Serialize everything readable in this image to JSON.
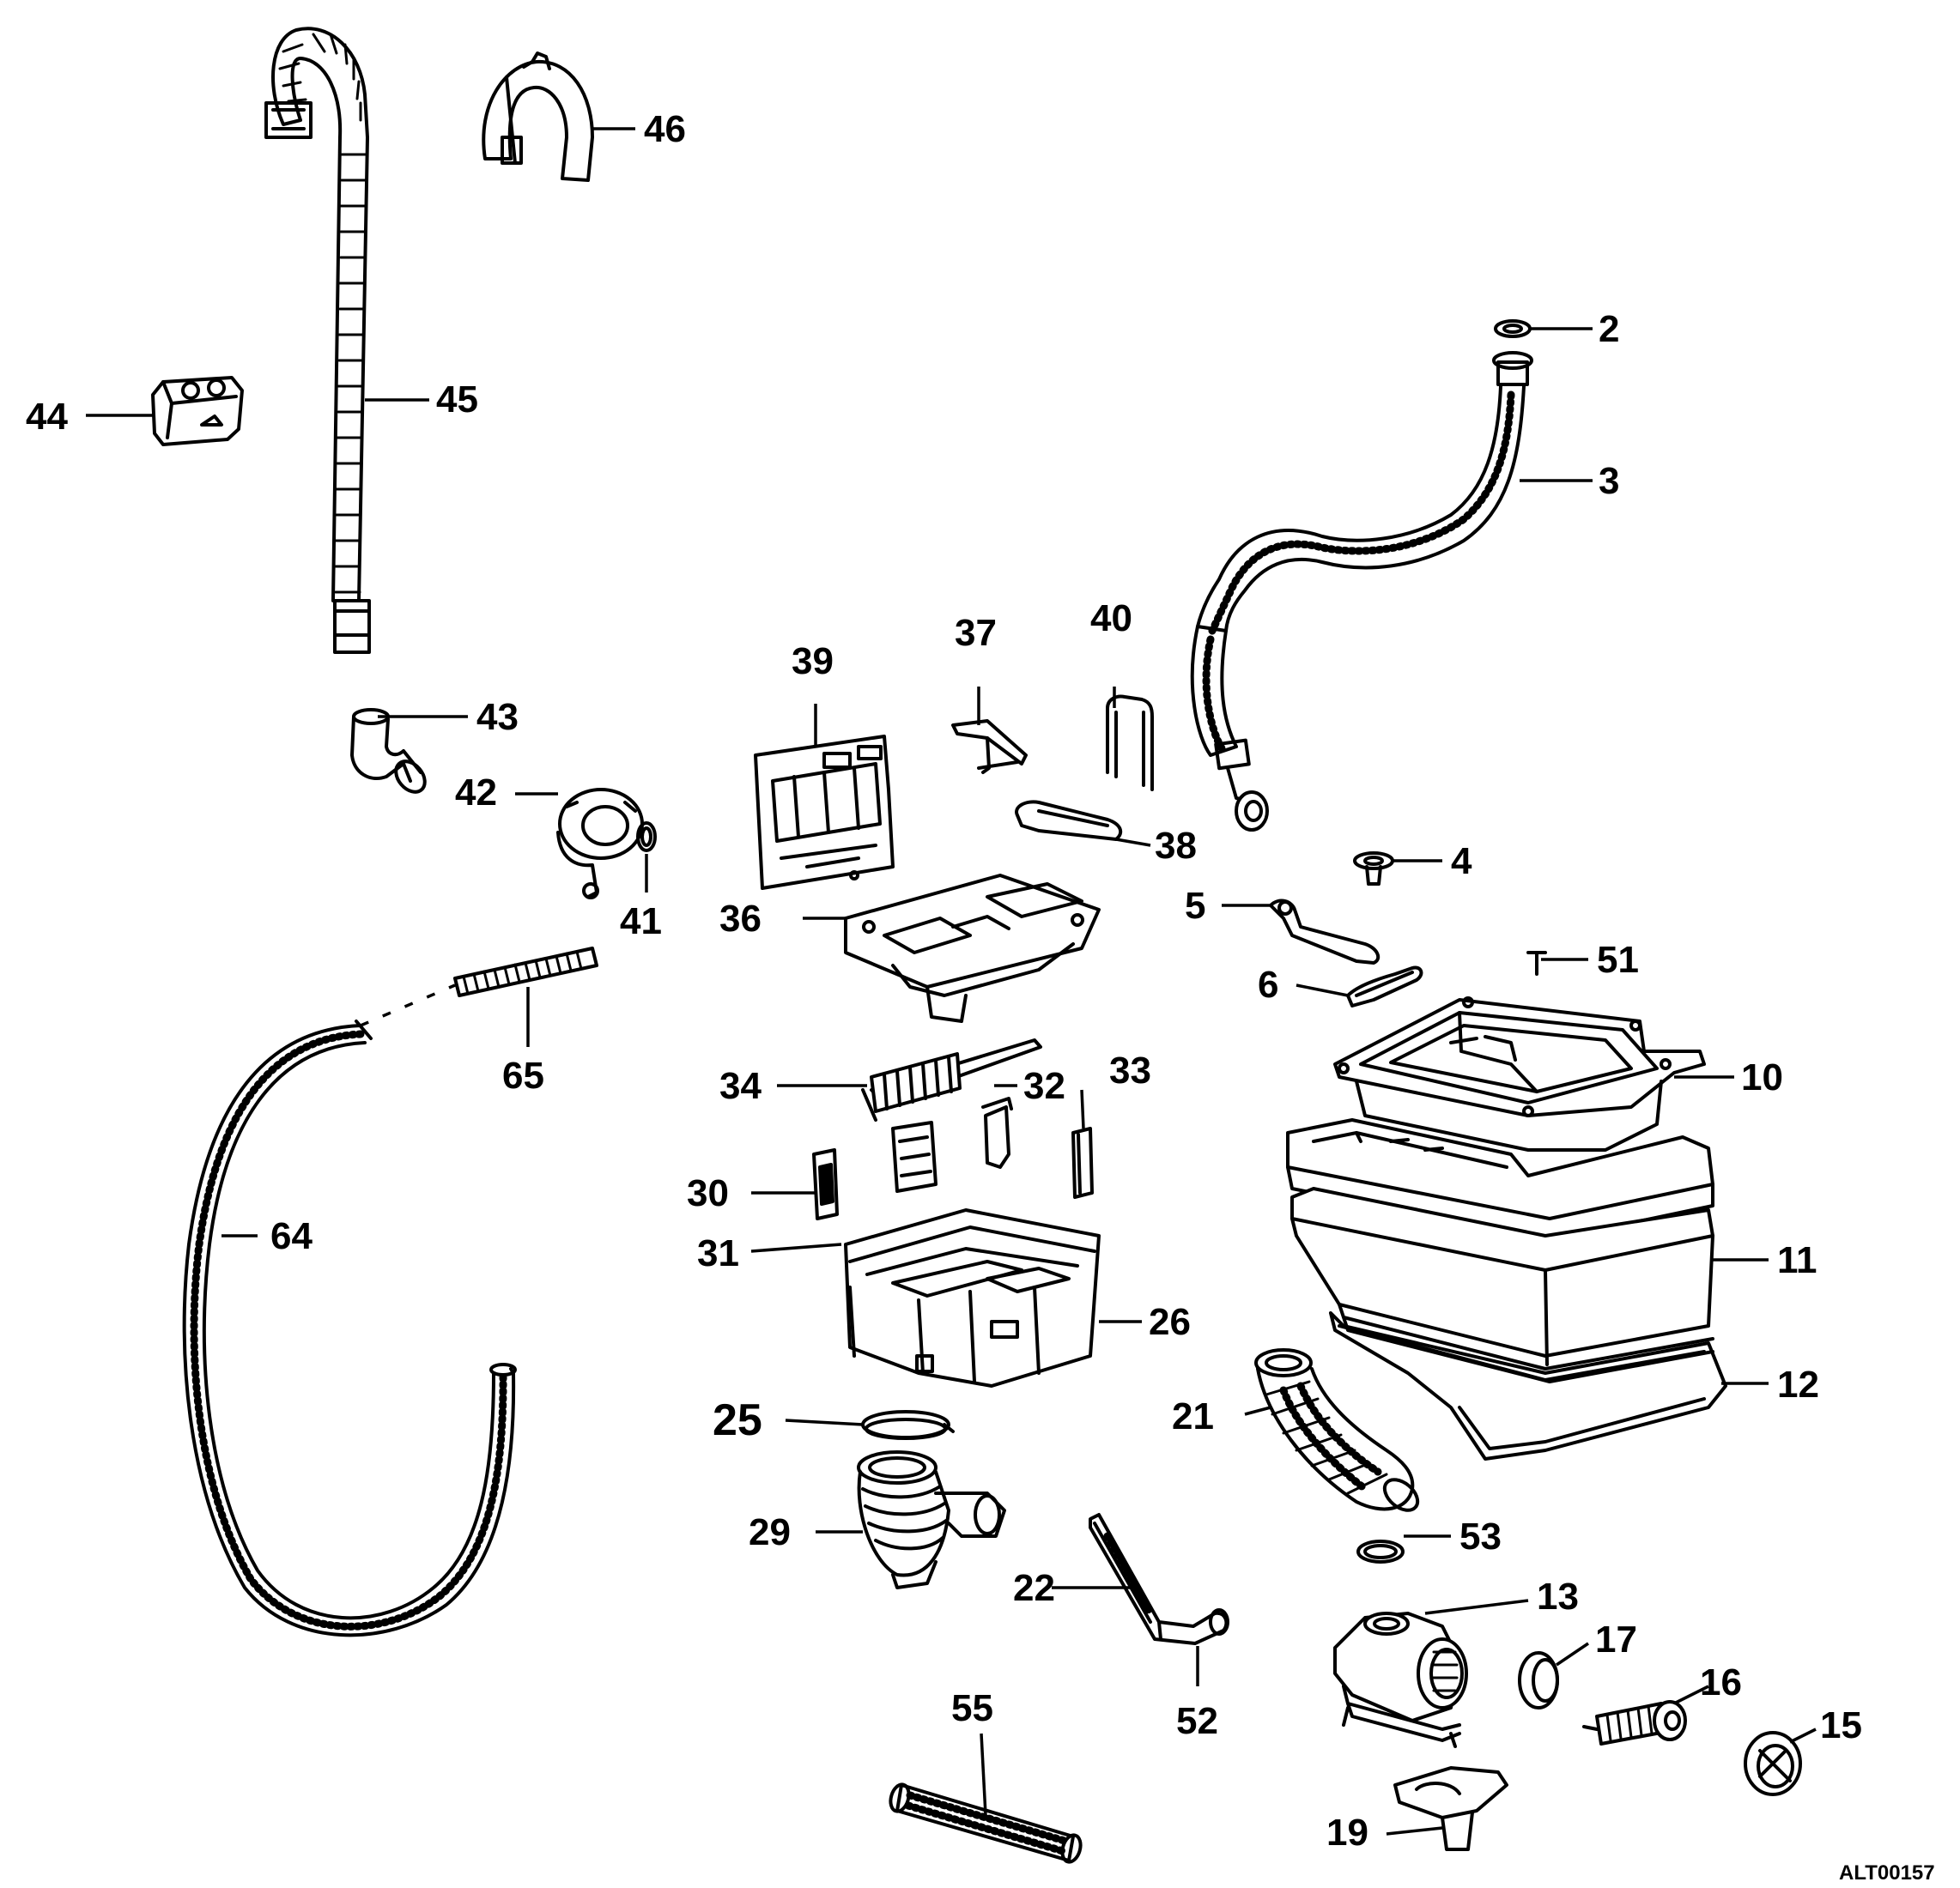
{
  "diagram_ref": "ALT00157",
  "callouts": {
    "c2": "2",
    "c3": "3",
    "c4": "4",
    "c5": "5",
    "c6": "6",
    "c10": "10",
    "c11": "11",
    "c12": "12",
    "c13": "13",
    "c15": "15",
    "c16": "16",
    "c17": "17",
    "c19": "19",
    "c21": "21",
    "c22": "22",
    "c25": "25",
    "c26": "26",
    "c29": "29",
    "c30": "30",
    "c31": "31",
    "c32": "32",
    "c33": "33",
    "c34": "34",
    "c36": "36",
    "c37": "37",
    "c38": "38",
    "c39": "39",
    "c40": "40",
    "c41": "41",
    "c42": "42",
    "c43": "43",
    "c44": "44",
    "c45": "45",
    "c46": "46",
    "c51": "51",
    "c52": "52",
    "c53": "53",
    "c55": "55",
    "c64": "64",
    "c65": "65"
  }
}
